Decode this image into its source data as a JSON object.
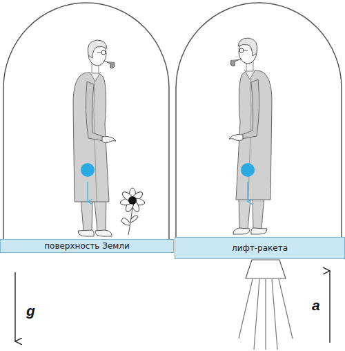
{
  "diagram": {
    "nodes": [
      {
        "text": [
          "поверхность Земли"
        ]
      },
      {
        "text": [
          "лифт-ракета"
        ]
      }
    ],
    "labels": [
      "g",
      "a"
    ]
  }
}
